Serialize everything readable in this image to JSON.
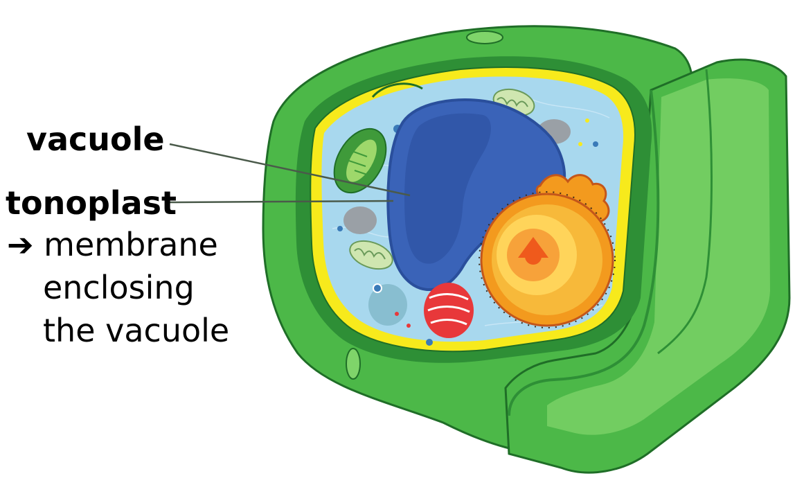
{
  "labels": {
    "vacuole": "vacuole",
    "tonoplast": "tonoplast",
    "description_line_1": "➔ membrane",
    "description_line_2": "enclosing",
    "description_line_3": "the vacuole"
  },
  "colors": {
    "cell_wall_outer": "#4cb848",
    "cell_wall_light": "#7fd46a",
    "cell_wall_dark": "#2e8f36",
    "membrane_yellow": "#f7ea1c",
    "cytoplasm": "#a8d8ee",
    "vacuole": "#3a63b8",
    "vacuole_dark": "#2a4f9c",
    "nucleus_outer": "#f39a1e",
    "nucleus_inner": "#ffd45a",
    "nucleolus": "#ef5a1c",
    "golgi": "#e8383a",
    "chloroplast": "#3f9a3a",
    "mitochondria": "#cfe6b0",
    "leader_line": "#4a5a4a"
  }
}
